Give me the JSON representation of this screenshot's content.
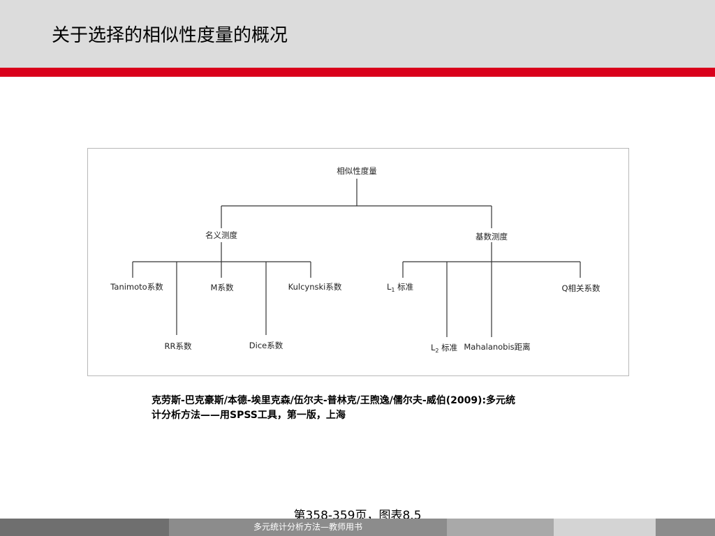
{
  "title": "关于选择的相似性度量的概况",
  "diagram": {
    "root": "相似性度量",
    "branches": [
      {
        "label": "名义测度",
        "leaves": [
          "Tanimoto系数",
          "RR系数",
          "M系数",
          "Dice系数",
          "Kulcynski系数"
        ]
      },
      {
        "label": "基数测度",
        "leaves": [
          {
            "text": "L",
            "sub": "1",
            "suffix": " 标准"
          },
          {
            "text": "L",
            "sub": "2",
            "suffix": " 标准"
          },
          "Mahalanobis距离",
          "Q相关系数"
        ]
      }
    ]
  },
  "caption": {
    "line1": "克劳斯-巴克豪斯/本德-埃里克森/伍尔夫-普林克/王煦逸/儒尔夫-威伯(2009):多元统",
    "line2": "计分析方法——用SPSS工具，第一版，上海"
  },
  "page_ref": "第358-359页，图表8.5",
  "footer": {
    "text": "多元统计分析方法—教师用书",
    "colors": [
      "#6f6f6f",
      "#8c8c8c",
      "#a9a9a9",
      "#d4d4d4",
      "#8c8c8c"
    ]
  }
}
